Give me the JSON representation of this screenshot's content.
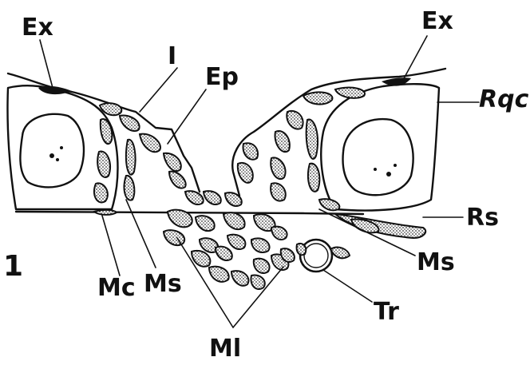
{
  "figure": {
    "number": "1",
    "labels": {
      "ex_left": "Ex",
      "ex_right": "Ex",
      "i": "I",
      "ep": "Ep",
      "rqc": "Rqc",
      "rs": "Rs",
      "ms_right": "Ms",
      "tr": "Tr",
      "ml": "Ml",
      "mc": "Mc",
      "ms_left": "Ms"
    },
    "colors": {
      "ink": "#111111",
      "background": "#ffffff",
      "stipple": "#444444"
    }
  }
}
